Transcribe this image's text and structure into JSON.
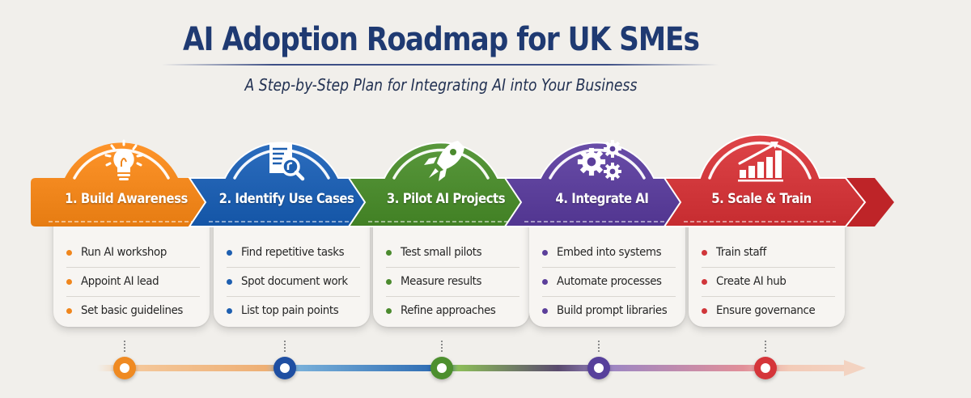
{
  "header": {
    "title": "AI Adoption Roadmap for UK SMEs",
    "subtitle": "A Step-by-Step Plan for Integrating AI into Your Business"
  },
  "steps": [
    {
      "label": "1. Build Awareness",
      "icon": "lightbulb-icon",
      "color": "#f0861c",
      "items": [
        "Run AI workshop",
        "Appoint AI lead",
        "Set basic guidelines"
      ]
    },
    {
      "label": "2. Identify Use Cases",
      "icon": "document-search-icon",
      "color": "#1e5fb0",
      "items": [
        "Find repetitive tasks",
        "Spot document work",
        "List top pain points"
      ]
    },
    {
      "label": "3. Pilot AI Projects",
      "icon": "rocket-icon",
      "color": "#4b8a2e",
      "items": [
        "Test small pilots",
        "Measure results",
        "Refine approaches"
      ]
    },
    {
      "label": "4. Integrate AI",
      "icon": "gears-icon",
      "color": "#5b3f9a",
      "items": [
        "Embed into systems",
        "Automate processes",
        "Build prompt libraries"
      ]
    },
    {
      "label": "5. Scale & Train",
      "icon": "growth-chart-icon",
      "color": "#d0363a",
      "items": [
        "Train staff",
        "Create AI hub",
        "Ensure governance"
      ]
    }
  ],
  "timeline": {
    "node_colors": [
      "#ef8a22",
      "#1f4fa2",
      "#4d8f2e",
      "#57409b",
      "#d5353a"
    ]
  }
}
